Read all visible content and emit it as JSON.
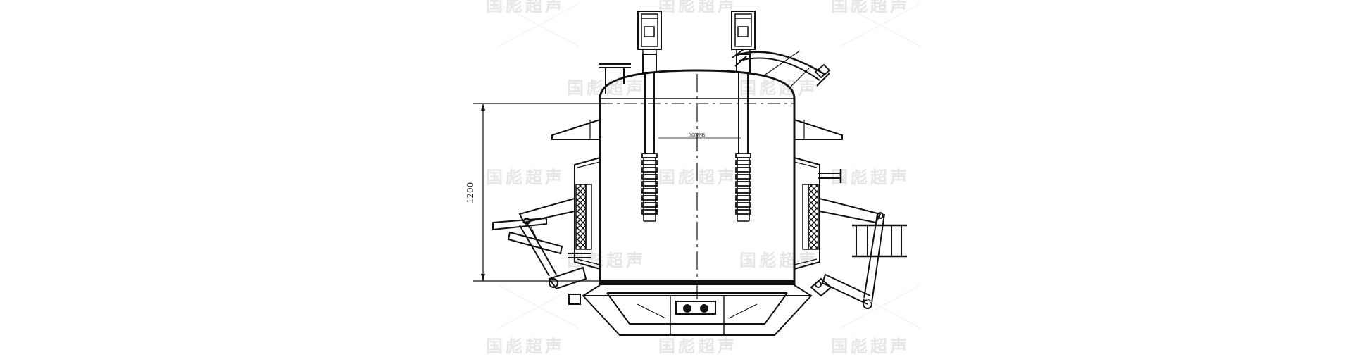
{
  "watermark": {
    "text": "国彪超声",
    "color": "#e6e6e6"
  },
  "dimensions": {
    "height_label": "1200",
    "inner_note": "300左右"
  },
  "colors": {
    "line": "#111111",
    "background": "#ffffff"
  }
}
